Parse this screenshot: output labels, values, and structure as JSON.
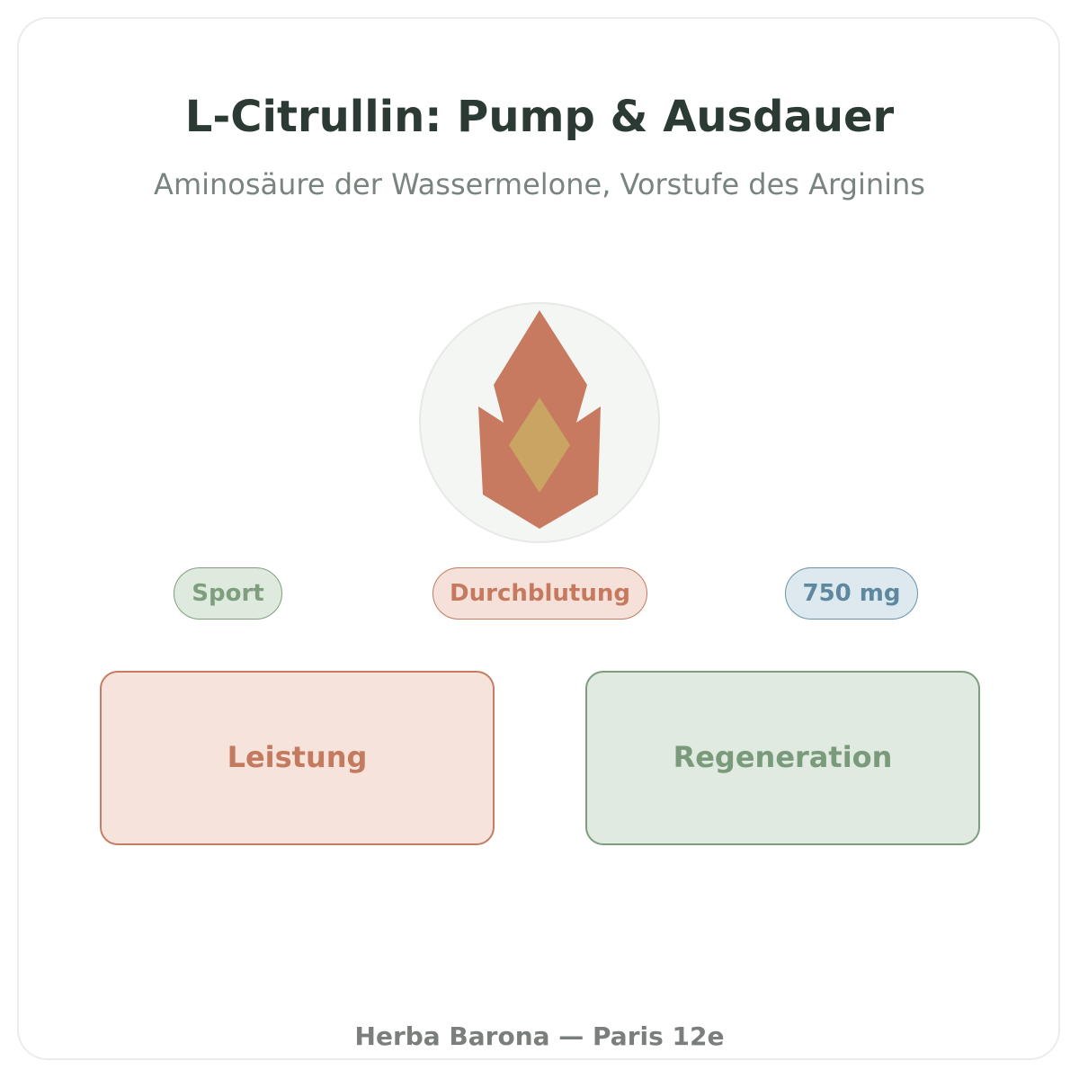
{
  "header": {
    "title": "L-Citrullin: Pump & Ausdauer",
    "subtitle": "Aminosäure der Wassermelone, Vorstufe des Arginins"
  },
  "emblem": {
    "icon": "flame-icon",
    "colors": {
      "circle_fill": "#f4f6f3",
      "circle_stroke": "#e6e9e5",
      "flame": "#c77a5f",
      "core": "#c9a462"
    }
  },
  "tags": [
    {
      "label": "Sport",
      "color": "#7e9e7e"
    },
    {
      "label": "Durchblutung",
      "color": "#c57a60"
    },
    {
      "label": "750 mg",
      "color": "#5d88a0"
    }
  ],
  "boxes": [
    {
      "label": "Leistung",
      "color": "#c47a5e"
    },
    {
      "label": "Regeneration",
      "color": "#7a9b7b"
    }
  ],
  "footer": {
    "text": "Herba Barona — Paris 12e"
  }
}
